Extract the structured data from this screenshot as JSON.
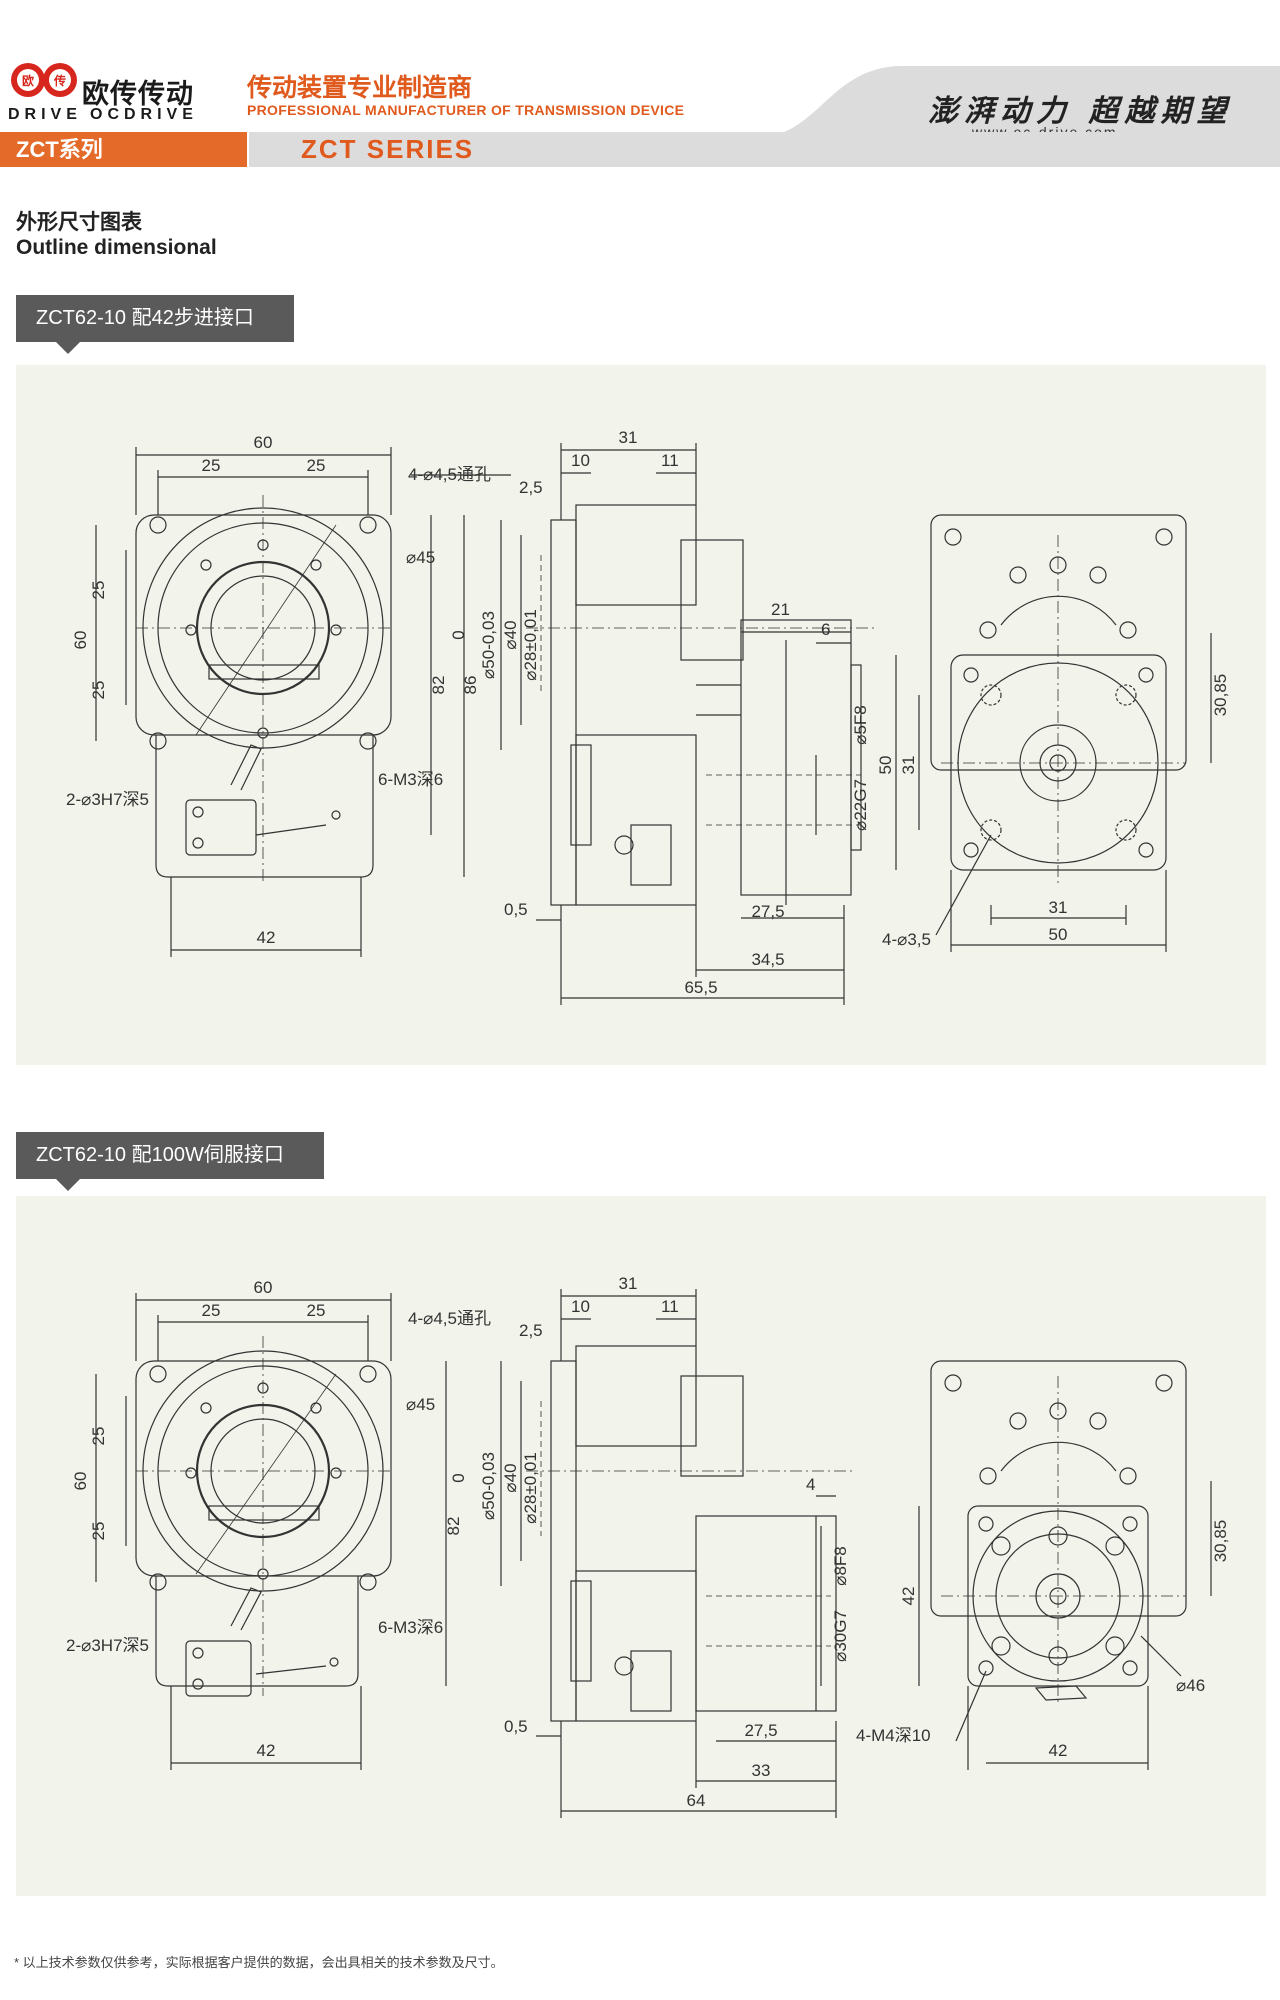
{
  "header": {
    "logo_badge_left": "欧",
    "logo_badge_right": "传",
    "logo_name": "欧传传动",
    "logo_brand_left": "DRIVE",
    "logo_brand_right": "OCDRIVE",
    "tagline_cn": "传动装置专业制造商",
    "tagline_en": "PROFESSIONAL MANUFACTURER OF TRANSMISSION DEVICE",
    "slogan": "澎湃动力  超越期望",
    "url": "www.oc-drive.com",
    "series_cn": "ZCT系列",
    "series_en": "ZCT SERIES",
    "accent_color": "#e46a2a"
  },
  "section": {
    "title_cn": "外形尺寸图表",
    "title_en": "Outline dimensional"
  },
  "drawing1": {
    "label": "ZCT62-10 配42步进接口",
    "front": {
      "w60": "60",
      "w25a": "25",
      "w25b": "25",
      "hole": "4-⌀4,5通孔",
      "d45": "⌀45",
      "h25a": "25",
      "h25b": "25",
      "h60": "60",
      "h82": "82",
      "h86": "86",
      "m3": "6-M3深6",
      "pin": "2-⌀3H7深5",
      "w42": "42"
    },
    "side": {
      "w31": "31",
      "w10": "10",
      "w11": "11",
      "w2_5": "2,5",
      "zero": "0",
      "d50": "⌀50-0,03",
      "d40": "⌀40",
      "d28": "⌀28±0,01",
      "w0_5": "0,5",
      "w21": "21",
      "w6": "6",
      "d5": "⌀5F8",
      "d22": "⌀22G7",
      "w27_5": "27,5",
      "w34_5": "34,5",
      "w65_5": "65,5"
    },
    "back": {
      "h30_85": "30,85",
      "h50": "50",
      "h31": "31",
      "w31": "31",
      "w50": "50",
      "holes": "4-⌀3,5"
    }
  },
  "drawing2": {
    "label": "ZCT62-10 配100W伺服接口",
    "front": {
      "w60": "60",
      "w25a": "25",
      "w25b": "25",
      "hole": "4-⌀4,5通孔",
      "d45": "⌀45",
      "h25a": "25",
      "h25b": "25",
      "h60": "60",
      "h82": "82",
      "m3": "6-M3深6",
      "pin": "2-⌀3H7深5",
      "w42": "42"
    },
    "side": {
      "w31": "31",
      "w10": "10",
      "w11": "11",
      "w2_5": "2,5",
      "zero": "0",
      "d50": "⌀50-0,03",
      "d40": "⌀40",
      "d28": "⌀28±0,01",
      "w0_5": "0,5",
      "w4": "4",
      "d8": "⌀8F8",
      "d30": "⌀30G7",
      "w27_5": "27,5",
      "w33": "33",
      "w64": "64"
    },
    "back": {
      "h30_85": "30,85",
      "h42": "42",
      "d46": "⌀46",
      "holes": "4-M4深10",
      "w42": "42"
    }
  },
  "footer": {
    "note": "* 以上技术参数仅供参考，实际根据客户提供的数据，会出具相关的技术参数及尺寸。"
  }
}
